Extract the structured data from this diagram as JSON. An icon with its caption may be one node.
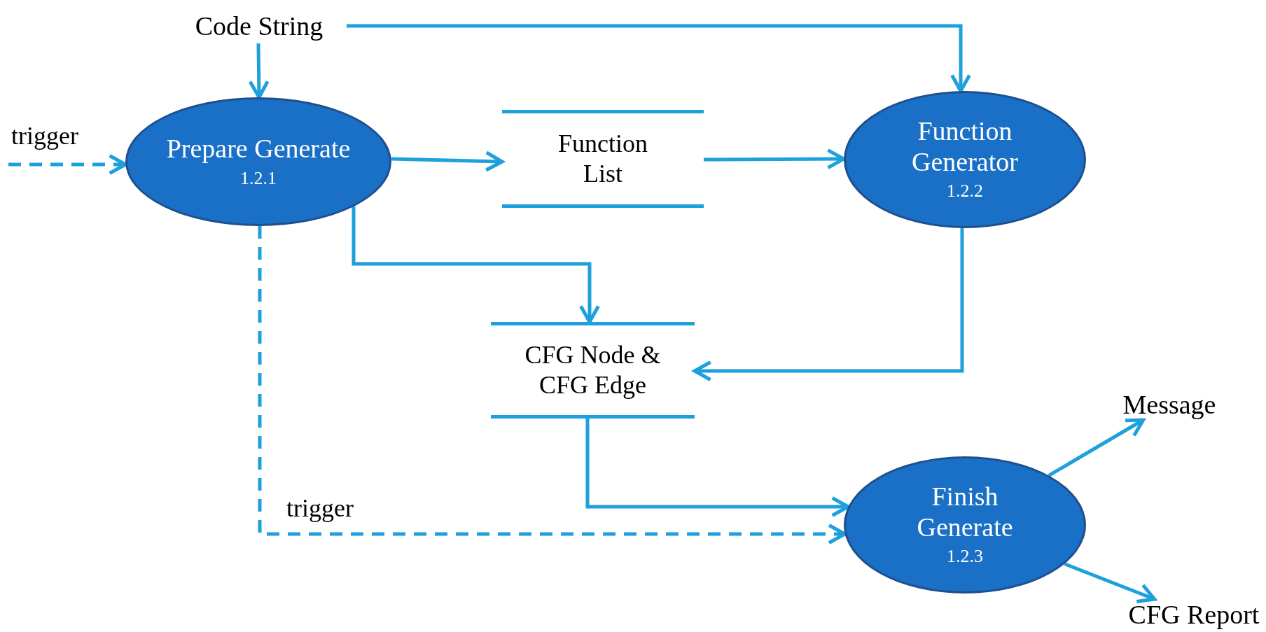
{
  "diagram": {
    "nodes": [
      {
        "text": [
          "Code String"
        ]
      },
      {
        "text": [
          "Prepare Generate",
          "1.2.1"
        ]
      },
      {
        "text": [
          "Function List"
        ]
      },
      {
        "text": [
          "Function Generator",
          "1.2.2"
        ]
      },
      {
        "text": [
          "CFG Node & CFG Edge"
        ]
      },
      {
        "text": [
          "Finish Generate",
          "1.2.3"
        ]
      },
      {
        "text": [
          "Message"
        ]
      },
      {
        "text": [
          "CFG Report"
        ]
      }
    ],
    "edges": [
      {
        "from": 0,
        "to": 1,
        "arrow": "to"
      },
      {
        "from": 0,
        "to": 3,
        "arrow": "to"
      },
      {
        "from": null,
        "to": 1,
        "arrow": "to",
        "label": "trigger",
        "style": "dashed"
      },
      {
        "from": 1,
        "to": 2,
        "arrow": "to"
      },
      {
        "from": 2,
        "to": 3,
        "arrow": "to"
      },
      {
        "from": 1,
        "to": 4,
        "arrow": "to"
      },
      {
        "from": 3,
        "to": 4,
        "arrow": "to"
      },
      {
        "from": 4,
        "to": 5,
        "arrow": "to"
      },
      {
        "from": 1,
        "to": 5,
        "arrow": "to",
        "label": "trigger",
        "style": "dashed"
      },
      {
        "from": 5,
        "to": 6,
        "arrow": "to"
      },
      {
        "from": 5,
        "to": 7,
        "arrow": "to"
      }
    ]
  }
}
